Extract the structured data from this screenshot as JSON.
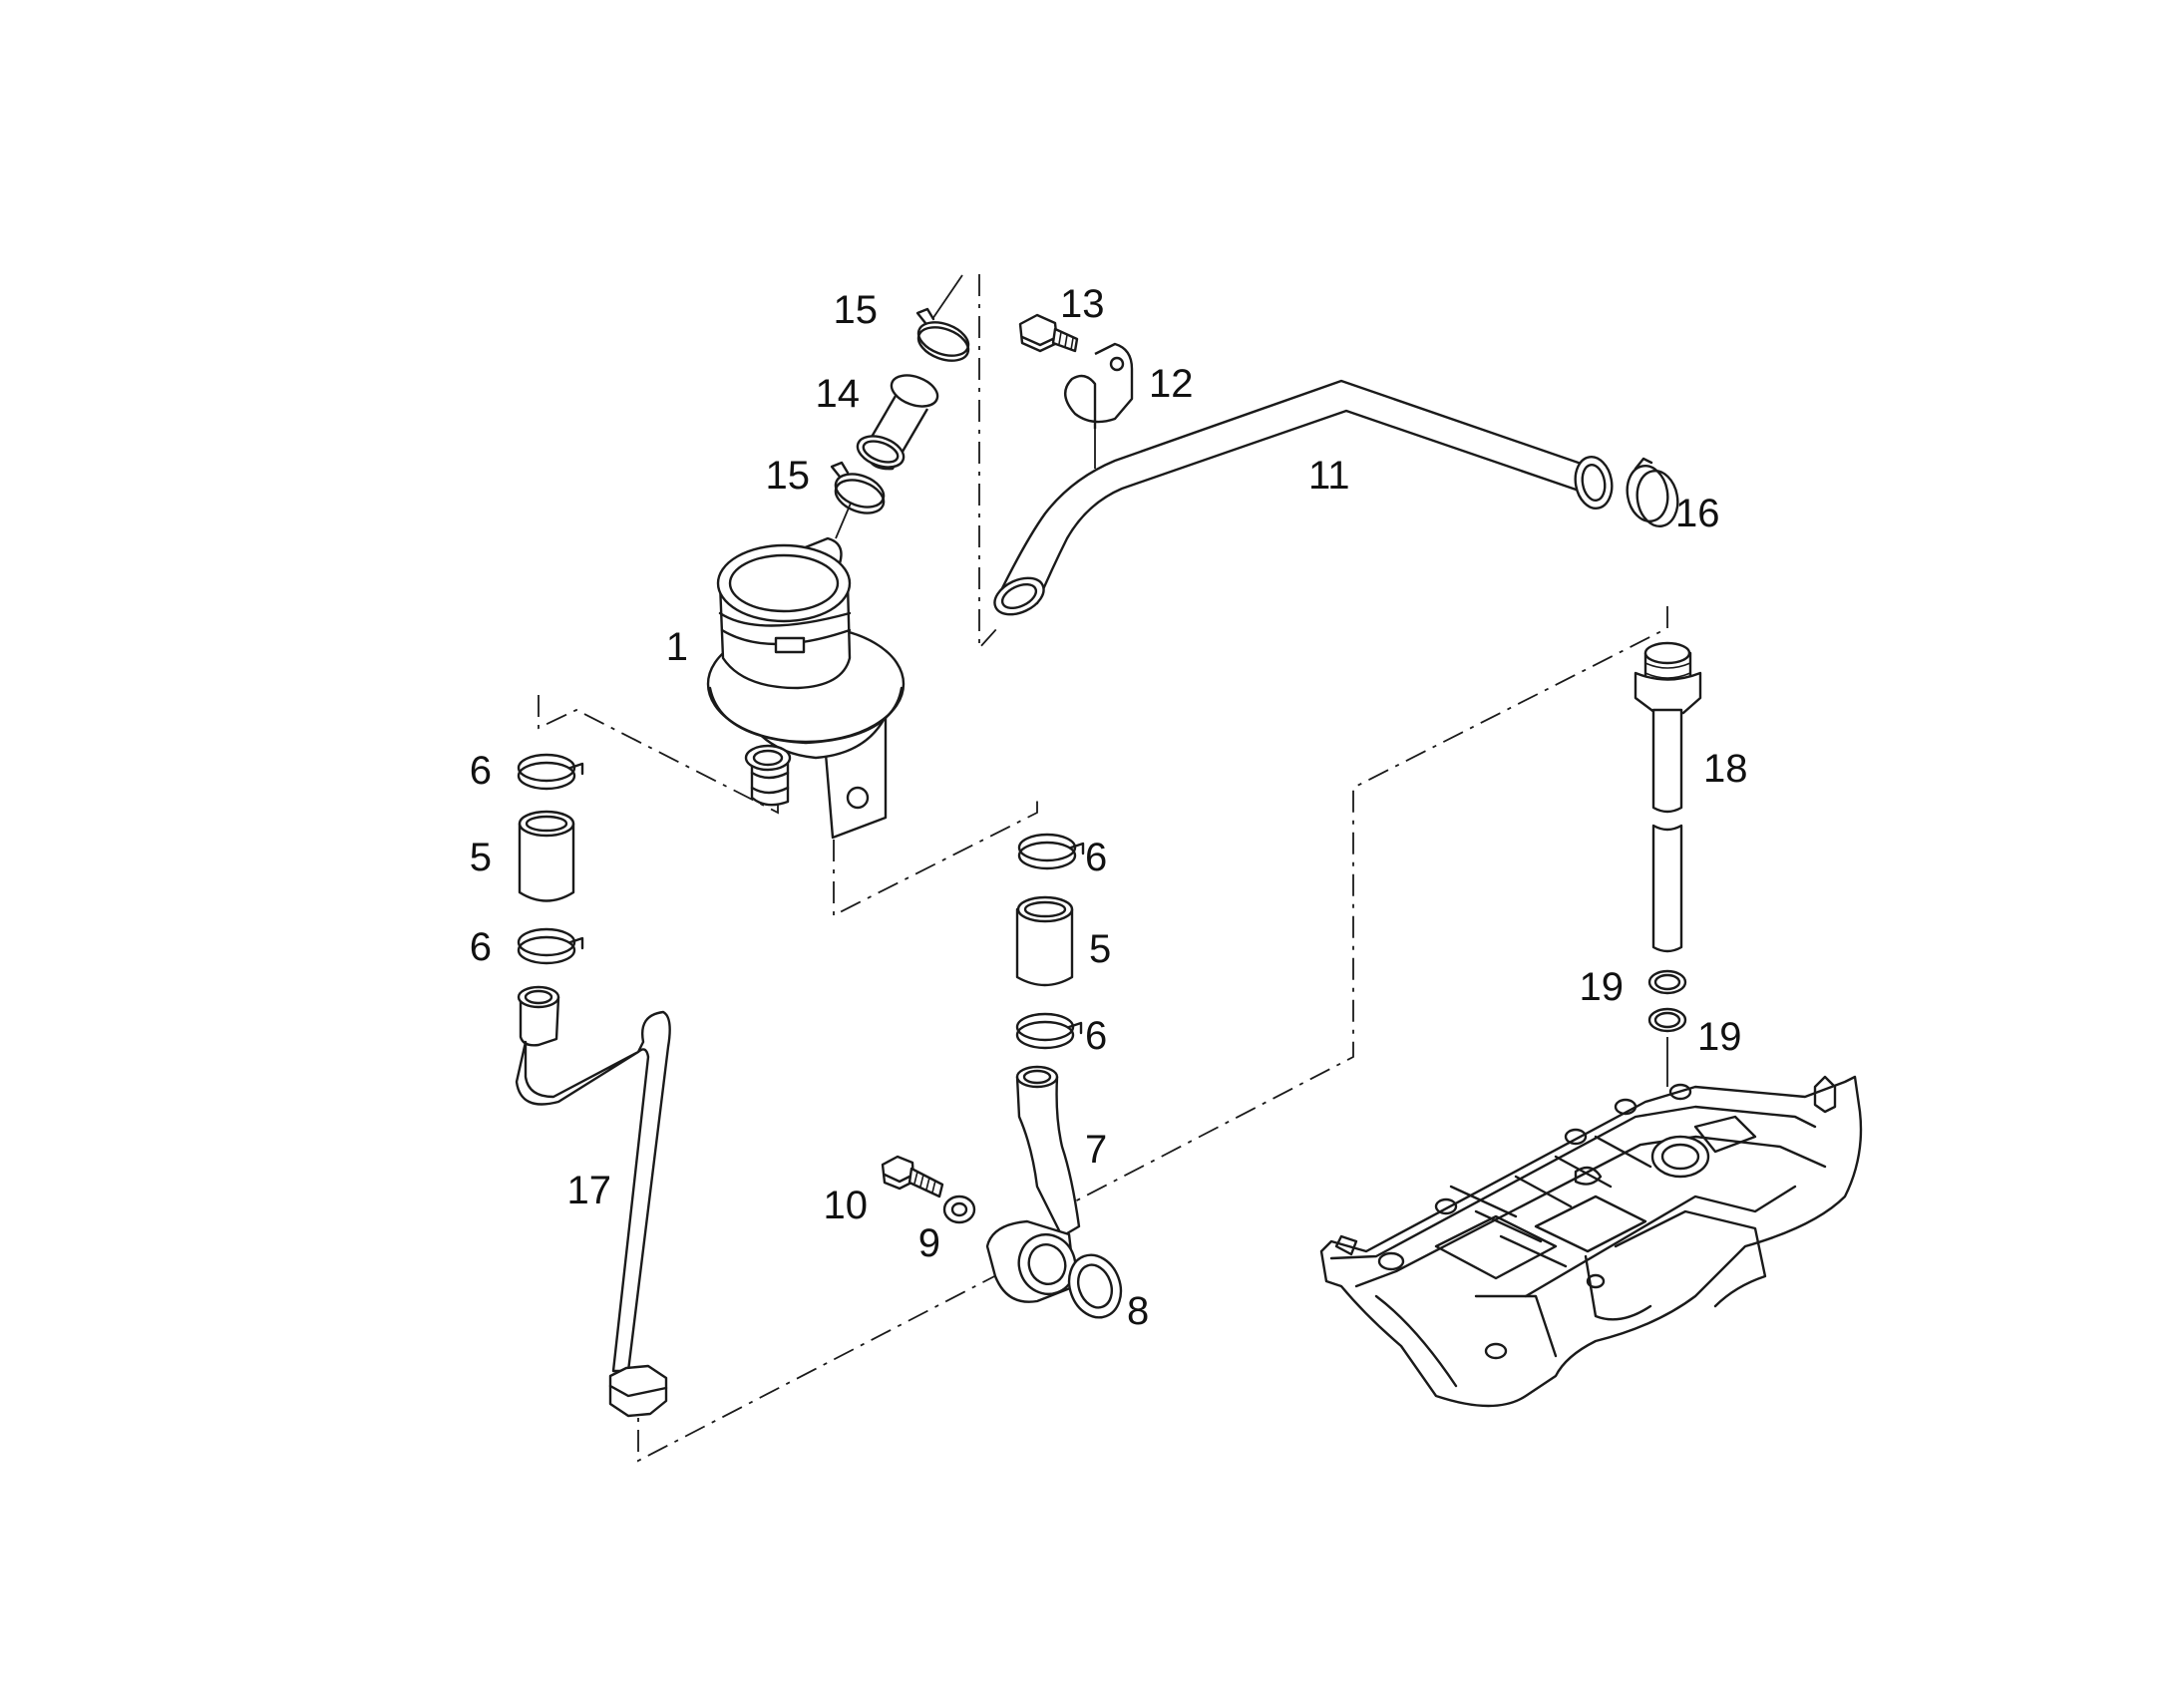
{
  "diagram": {
    "callouts": [
      {
        "key": "c15a",
        "label": "15"
      },
      {
        "key": "c13",
        "label": "13"
      },
      {
        "key": "c12",
        "label": "12"
      },
      {
        "key": "c14",
        "label": "14"
      },
      {
        "key": "c15b",
        "label": "15"
      },
      {
        "key": "c11",
        "label": "11"
      },
      {
        "key": "c16",
        "label": "16"
      },
      {
        "key": "c1",
        "label": "1"
      },
      {
        "key": "c18",
        "label": "18"
      },
      {
        "key": "c6a",
        "label": "6"
      },
      {
        "key": "c5a",
        "label": "5"
      },
      {
        "key": "c6b",
        "label": "6"
      },
      {
        "key": "c6c",
        "label": "6"
      },
      {
        "key": "c5b",
        "label": "5"
      },
      {
        "key": "c6d",
        "label": "6"
      },
      {
        "key": "c19a",
        "label": "19"
      },
      {
        "key": "c19b",
        "label": "19"
      },
      {
        "key": "c7",
        "label": "7"
      },
      {
        "key": "c17",
        "label": "17"
      },
      {
        "key": "c10",
        "label": "10"
      },
      {
        "key": "c9",
        "label": "9"
      },
      {
        "key": "c8",
        "label": "8"
      }
    ]
  }
}
